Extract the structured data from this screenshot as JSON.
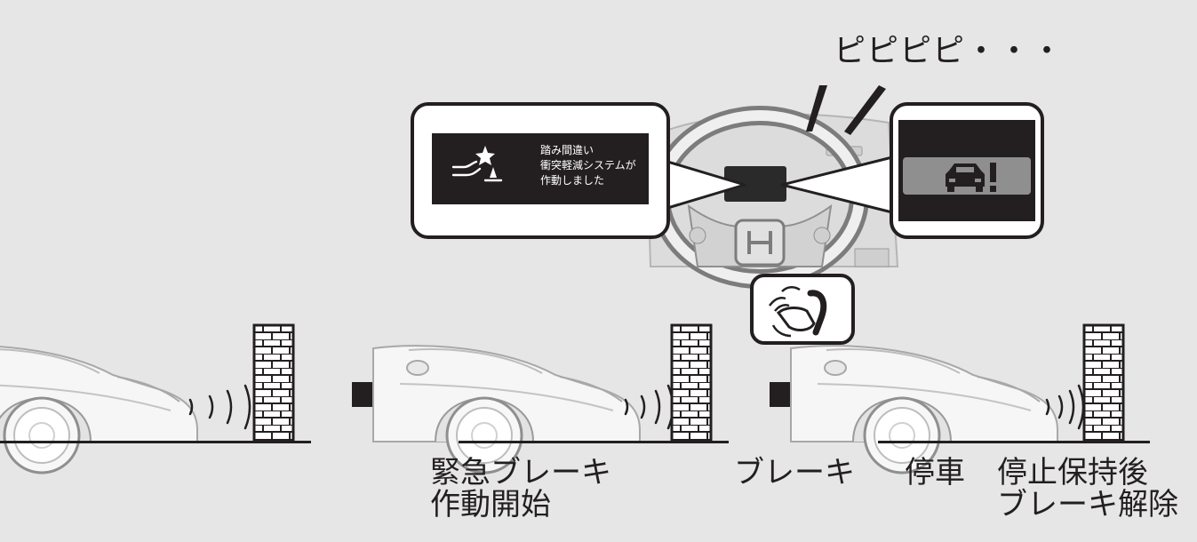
{
  "sound_text": "ピピピピ・・・",
  "display_message": {
    "lines": [
      "踏み間違い",
      "衝突軽減システムが",
      "作動しました"
    ],
    "icon": "pedal-misapplication-icon"
  },
  "indicator_icon": "car-warning-icon",
  "pedal_icon": "foot-brake-pedal-icon",
  "step_icon": "right-arrow-icon",
  "labels": {
    "emergency_brake": [
      "緊急ブレーキ",
      "作動開始"
    ],
    "brake": "ブレーキ",
    "stop": "停車",
    "release": [
      "停止保持後",
      "ブレーキ解除"
    ]
  },
  "colors": {
    "background": "#e6e6e6",
    "ink": "#231f20",
    "screen": "#231f20",
    "indicator_bar": "#8f8f8f"
  }
}
